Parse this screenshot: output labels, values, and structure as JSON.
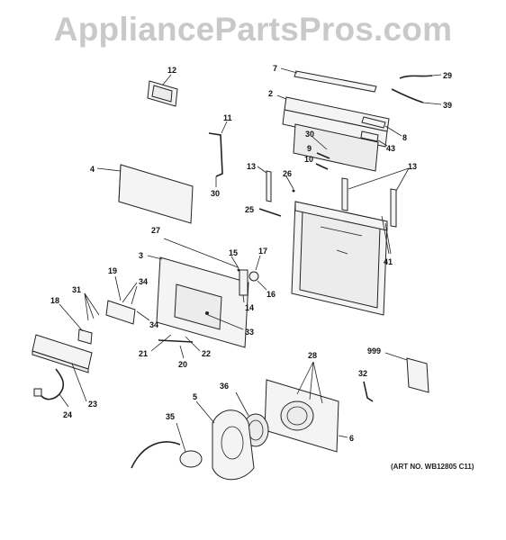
{
  "watermark": "AppliancePartsPros.com",
  "art_number": "(ART NO. WB12805 C11)",
  "callouts": [
    {
      "id": "c12",
      "text": "12"
    },
    {
      "id": "c7",
      "text": "7"
    },
    {
      "id": "c29",
      "text": "29"
    },
    {
      "id": "c2",
      "text": "2"
    },
    {
      "id": "c39",
      "text": "39"
    },
    {
      "id": "c11",
      "text": "11"
    },
    {
      "id": "c30a",
      "text": "30"
    },
    {
      "id": "c8",
      "text": "8"
    },
    {
      "id": "c9",
      "text": "9"
    },
    {
      "id": "c43",
      "text": "43"
    },
    {
      "id": "c10",
      "text": "10"
    },
    {
      "id": "c4",
      "text": "4"
    },
    {
      "id": "c13a",
      "text": "13"
    },
    {
      "id": "c26",
      "text": "26"
    },
    {
      "id": "c13b",
      "text": "13"
    },
    {
      "id": "c30b",
      "text": "30"
    },
    {
      "id": "c25",
      "text": "25"
    },
    {
      "id": "c27",
      "text": "27"
    },
    {
      "id": "c15",
      "text": "15"
    },
    {
      "id": "c17",
      "text": "17"
    },
    {
      "id": "c3",
      "text": "3"
    },
    {
      "id": "c41",
      "text": "41"
    },
    {
      "id": "c19",
      "text": "19"
    },
    {
      "id": "c34a",
      "text": "34"
    },
    {
      "id": "c31",
      "text": "31"
    },
    {
      "id": "c16",
      "text": "16"
    },
    {
      "id": "c14",
      "text": "14"
    },
    {
      "id": "c18",
      "text": "18"
    },
    {
      "id": "c34b",
      "text": "34"
    },
    {
      "id": "c33",
      "text": "33"
    },
    {
      "id": "c999",
      "text": "999"
    },
    {
      "id": "c21",
      "text": "21"
    },
    {
      "id": "c22",
      "text": "22"
    },
    {
      "id": "c28",
      "text": "28"
    },
    {
      "id": "c20",
      "text": "20"
    },
    {
      "id": "c23",
      "text": "23"
    },
    {
      "id": "c32",
      "text": "32"
    },
    {
      "id": "c36",
      "text": "36"
    },
    {
      "id": "c5",
      "text": "5"
    },
    {
      "id": "c24",
      "text": "24"
    },
    {
      "id": "c6",
      "text": "6"
    },
    {
      "id": "c35",
      "text": "35"
    }
  ]
}
